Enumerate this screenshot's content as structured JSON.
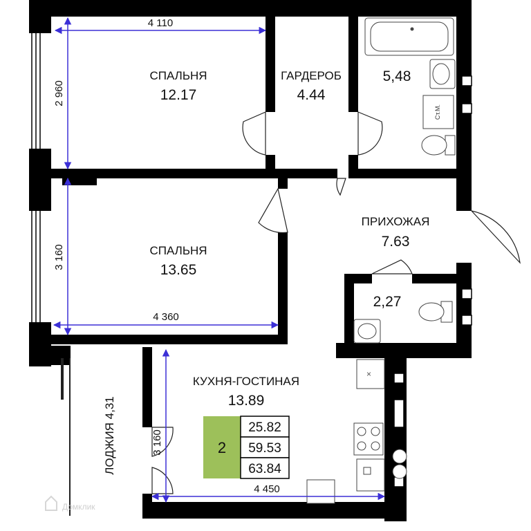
{
  "rooms": [
    {
      "name": "СПАЛЬНЯ",
      "area": "12.17"
    },
    {
      "name": "ГАРДЕРОБ",
      "area": "4.44"
    },
    {
      "name": "",
      "area": "5,48"
    },
    {
      "name": "ПРИХОЖАЯ",
      "area": "7.63"
    },
    {
      "name": "СПАЛЬНЯ",
      "area": "13.65"
    },
    {
      "name": "",
      "area": "2,27"
    },
    {
      "name": "КУХНЯ-ГОСТИНАЯ",
      "area": "13.89"
    },
    {
      "name": "ЛОДЖИЯ 4,31",
      "area": ""
    }
  ],
  "dimensions": {
    "bedroom1_width": "4 110",
    "bedroom1_height": "2 960",
    "bedroom2_height": "3 160",
    "bedroom2_width": "4 360",
    "kitchen_height": "3 160",
    "kitchen_width": "4 450"
  },
  "fixtures": {
    "washer": "Ст.М."
  },
  "summary": {
    "rooms_count": "2",
    "living_area": "25.82",
    "total_area": "59.53",
    "total_with_loggia": "63.84",
    "badge_color": "#9dc05a"
  },
  "watermark": "Домклик",
  "colors": {
    "wall": "#000000",
    "dimension_line": "#3b2fd6",
    "fixture": "#444444"
  }
}
